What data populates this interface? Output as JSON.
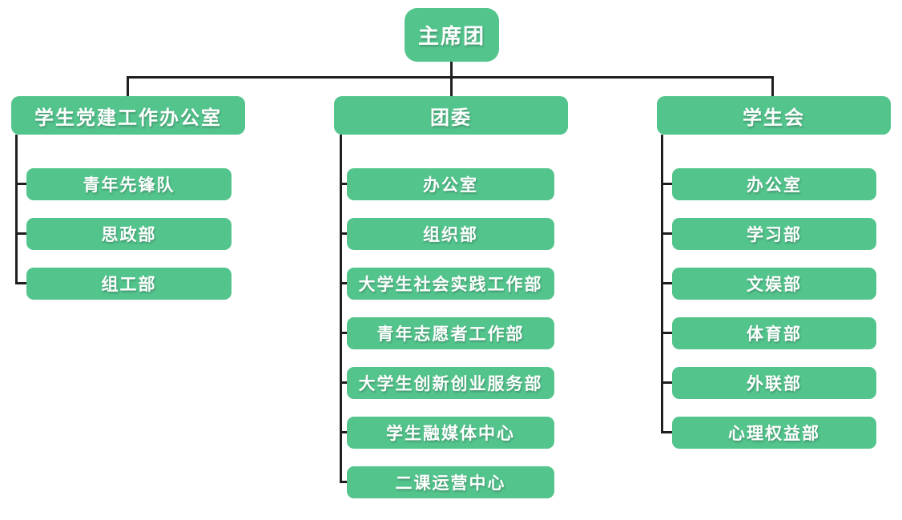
{
  "org": {
    "root": "主席团",
    "branches": [
      {
        "label": "学生党建工作办公室",
        "children": [
          "青年先锋队",
          "思政部",
          "组工部"
        ]
      },
      {
        "label": "团委",
        "children": [
          "办公室",
          "组织部",
          "大学生社会实践工作部",
          "青年志愿者工作部",
          "大学生创新创业服务部",
          "学生融媒体中心",
          "二课运营中心"
        ]
      },
      {
        "label": "学生会",
        "children": [
          "办公室",
          "学习部",
          "文娱部",
          "体育部",
          "外联部",
          "心理权益部"
        ]
      }
    ],
    "colors": {
      "node_fill": "#52c48c",
      "node_text": "#ffffff",
      "connector": "#1f1f1f",
      "background": "#ffffff"
    }
  }
}
